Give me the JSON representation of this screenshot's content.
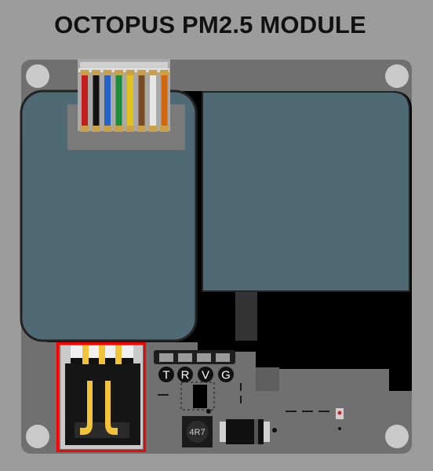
{
  "title": "OCTOPUS PM2.5 MODULE",
  "pins": [
    {
      "label": "T"
    },
    {
      "label": "R"
    },
    {
      "label": "V"
    },
    {
      "label": "G"
    }
  ],
  "inductor_label": "4R7",
  "wire_colors": [
    "#c31d1d",
    "#111111",
    "#2563c6",
    "#1a8c3a",
    "#e0c21c",
    "#7a4a22",
    "#e6e6e6",
    "#d1670f"
  ],
  "colors": {
    "board": "#707070",
    "sensor_housing": "#4f6a74",
    "highlight_box": "#ff0000",
    "connector_pins": "#f2c238"
  }
}
